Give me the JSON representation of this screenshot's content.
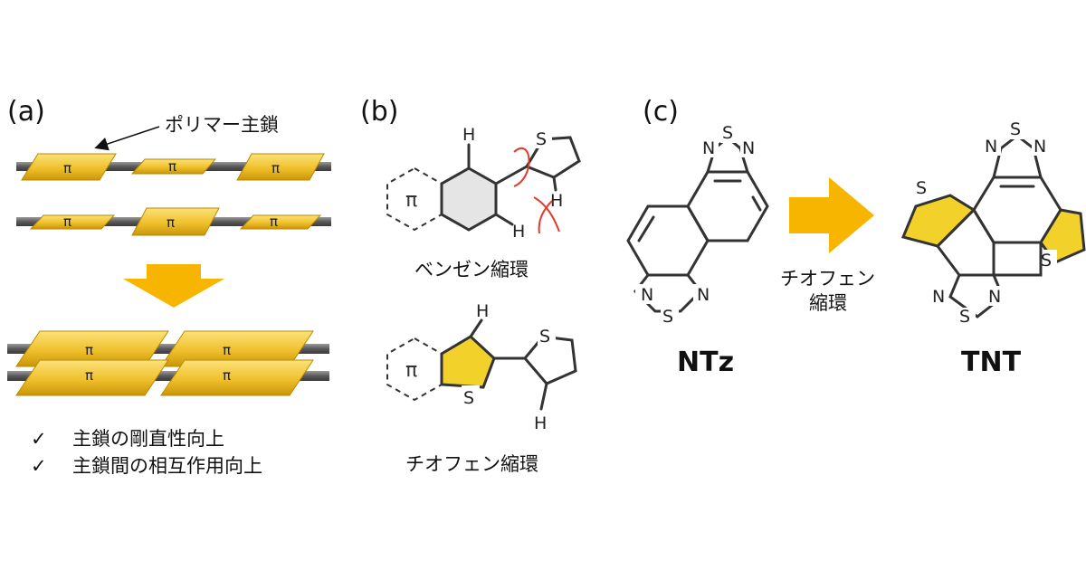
{
  "panel_a": {
    "label": "(a)",
    "callout": "ポリマー主鎖",
    "pi_symbol": "π",
    "checklist": [
      {
        "mark": "✓",
        "text": "主鎖の剛直性向上"
      },
      {
        "mark": "✓",
        "text": "主鎖間の相互作用向上"
      }
    ]
  },
  "panel_b": {
    "label": "(b)",
    "pi_symbol": "π",
    "atom_H": "H",
    "atom_S": "S",
    "caption_top": "ベンゼン縮環",
    "caption_bottom": "チオフェン縮環"
  },
  "panel_c": {
    "label": "(c)",
    "atom_S": "S",
    "atom_N": "N",
    "arrow_caption_line1": "チオフェン",
    "arrow_caption_line2": "縮環",
    "left_name": "NTz",
    "right_name": "TNT"
  },
  "colors": {
    "gold": "#f5c518",
    "gold_dark": "#c99a00",
    "arrow": "#f7b500",
    "highlight": "#f2d22a",
    "red": "#e23b2e"
  }
}
